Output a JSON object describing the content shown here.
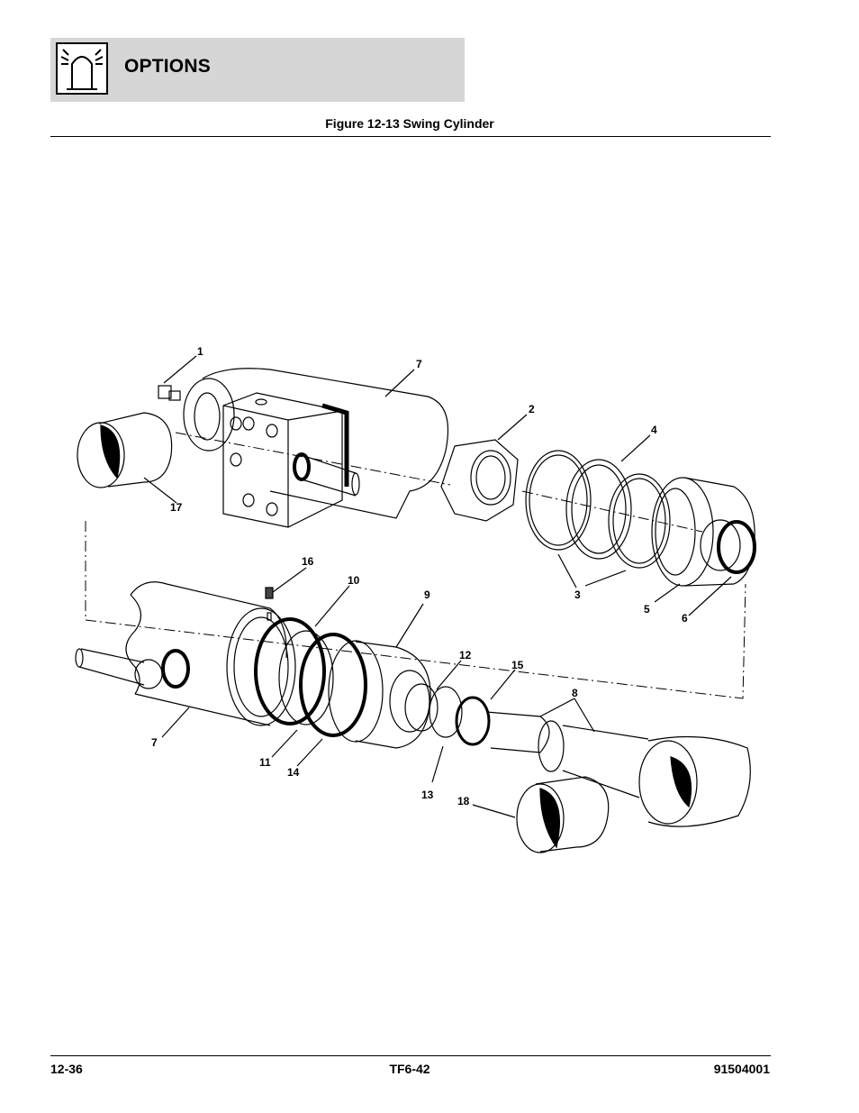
{
  "header": {
    "section_title": "OPTIONS",
    "icon": "beacon-light-icon"
  },
  "figure": {
    "title": "Figure 12-13 Swing Cylinder",
    "callouts": [
      "1",
      "2",
      "3",
      "4",
      "5",
      "6",
      "7",
      "7",
      "8",
      "9",
      "10",
      "11",
      "12",
      "13",
      "14",
      "15",
      "16",
      "17",
      "18"
    ]
  },
  "footer": {
    "page_number": "12-36",
    "model": "TF6-42",
    "part_number": "91504001"
  }
}
